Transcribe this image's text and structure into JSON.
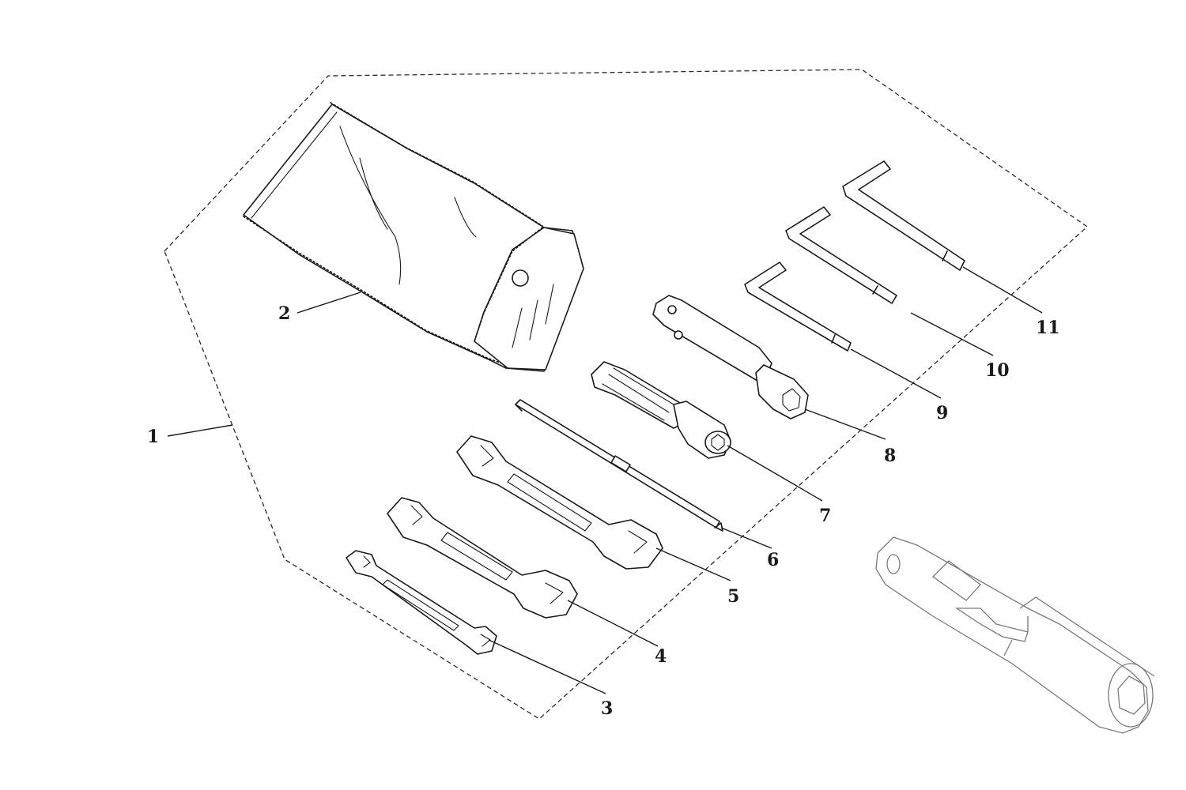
{
  "colors": {
    "ink": "#1a1a1a",
    "ghost": "#7a7a7a",
    "background": "#ffffff"
  },
  "callouts": [
    {
      "id": "c1",
      "text": "1"
    },
    {
      "id": "c2",
      "text": "2"
    },
    {
      "id": "c3",
      "text": "3"
    },
    {
      "id": "c4",
      "text": "4"
    },
    {
      "id": "c5",
      "text": "5"
    },
    {
      "id": "c6",
      "text": "6"
    },
    {
      "id": "c7",
      "text": "7"
    },
    {
      "id": "c8",
      "text": "8"
    },
    {
      "id": "c9",
      "text": "9"
    },
    {
      "id": "c10",
      "text": "10"
    },
    {
      "id": "c11",
      "text": "11"
    }
  ]
}
